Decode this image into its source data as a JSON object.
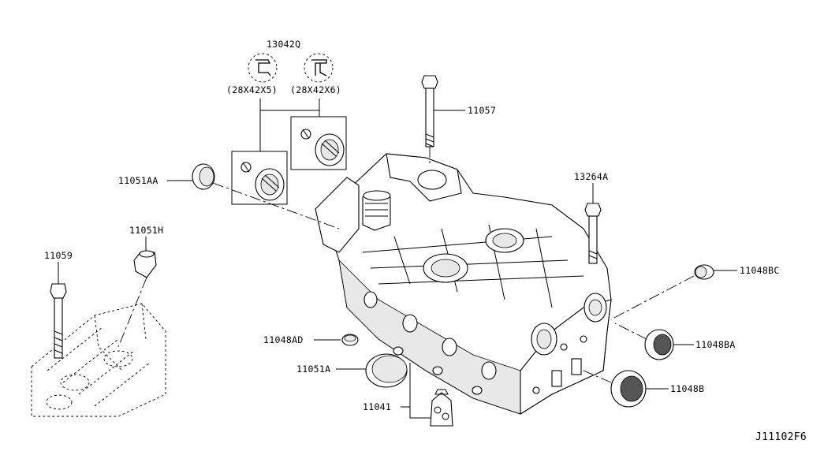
{
  "diagram": {
    "code": "J11102F6",
    "labels": {
      "p13042q": "13042Q",
      "size_a": "(28X42X5)",
      "size_b": "(28X42X6)",
      "p11057": "11057",
      "p11051aa": "11051AA",
      "p13264a": "13264A",
      "p11051h": "11051H",
      "p11059": "11059",
      "p11048bc": "11048BC",
      "p11048ad": "11048AD",
      "p11048ba": "11048BA",
      "p11051a": "11051A",
      "p11048b": "11048B",
      "p11041": "11041"
    }
  }
}
